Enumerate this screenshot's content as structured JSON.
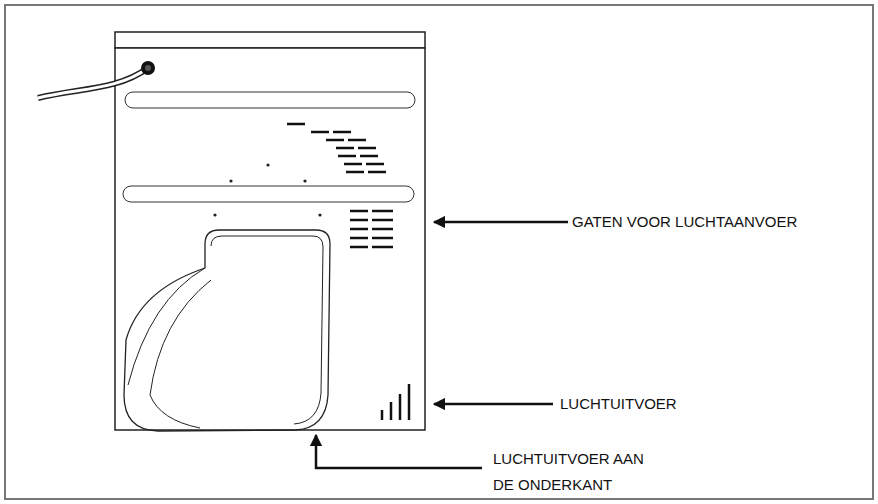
{
  "diagram": {
    "labels": [
      "GATEN VOOR LUCHTAANVOER",
      "LUCHTUITVOER",
      "LUCHTUITVOER AAN DE ONDERKANT"
    ]
  }
}
